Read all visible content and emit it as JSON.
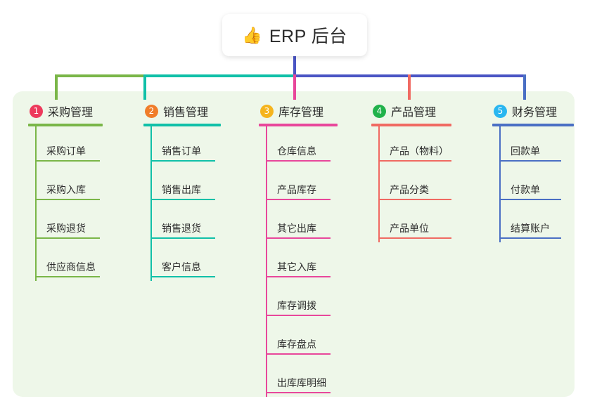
{
  "root": {
    "icon": "thumbs-up-icon",
    "emoji": "👍",
    "title": "ERP 后台"
  },
  "palette": {
    "panel_bg": "#eef7e9",
    "page_bg": "#ffffff",
    "stem": "#4a55c4",
    "bar_green": "#7ab648",
    "bar_teal": "#10c0a8",
    "bar_blue": "#4a55c4",
    "text": "#2d2d2d"
  },
  "columns": [
    {
      "number": "1",
      "title": "采购管理",
      "badge_color": "#ed3a5c",
      "line_color": "#7ab648",
      "items": [
        "采购订单",
        "采购入库",
        "采购退货",
        "供应商信息"
      ]
    },
    {
      "number": "2",
      "title": "销售管理",
      "badge_color": "#f07d2a",
      "line_color": "#10c0a8",
      "items": [
        "销售订单",
        "销售出库",
        "销售退货",
        "客户信息"
      ]
    },
    {
      "number": "3",
      "title": "库存管理",
      "badge_color": "#f5b41d",
      "line_color": "#e8479b",
      "items": [
        "仓库信息",
        "产品库存",
        "其它出库",
        "其它入库",
        "库存调拨",
        "库存盘点",
        "出库库明细"
      ]
    },
    {
      "number": "4",
      "title": "产品管理",
      "badge_color": "#21b24b",
      "line_color": "#f06a62",
      "items": [
        "产品（物料）",
        "产品分类",
        "产品单位"
      ]
    },
    {
      "number": "5",
      "title": "财务管理",
      "badge_color": "#29b6f0",
      "line_color": "#4a6fc4",
      "items": [
        "回款单",
        "付款单",
        "结算账户"
      ]
    }
  ]
}
